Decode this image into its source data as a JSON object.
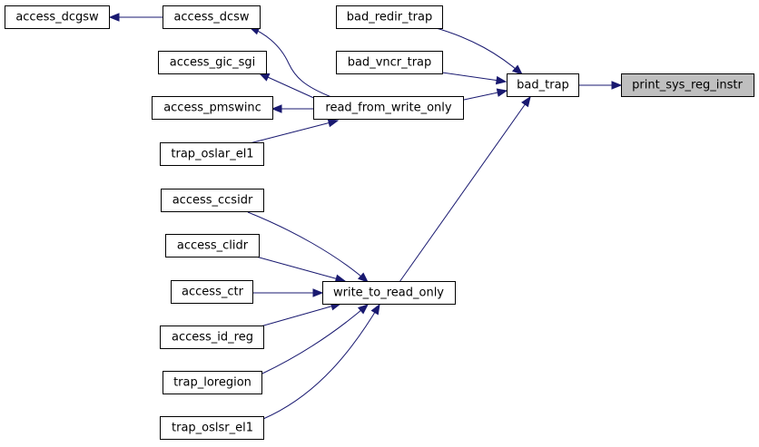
{
  "colors": {
    "edge": "#191970",
    "node_fill": "#ffffff",
    "node_border": "#000000",
    "highlight_fill": "#bfbfbf"
  },
  "nodes": {
    "access_dcgsw": "access_dcgsw",
    "access_dcsw": "access_dcsw",
    "bad_redir_trap": "bad_redir_trap",
    "access_gic_sgi": "access_gic_sgi",
    "bad_vncr_trap": "bad_vncr_trap",
    "bad_trap": "bad_trap",
    "print_sys_reg_instr": "print_sys_reg_instr",
    "access_pmswinc": "access_pmswinc",
    "read_from_write_only": "read_from_write_only",
    "trap_oslar_el1": "trap_oslar_el1",
    "access_ccsidr": "access_ccsidr",
    "access_clidr": "access_clidr",
    "access_ctr": "access_ctr",
    "write_to_read_only": "write_to_read_only",
    "access_id_reg": "access_id_reg",
    "trap_loregion": "trap_loregion",
    "trap_oslsr_el1": "trap_oslsr_el1"
  }
}
